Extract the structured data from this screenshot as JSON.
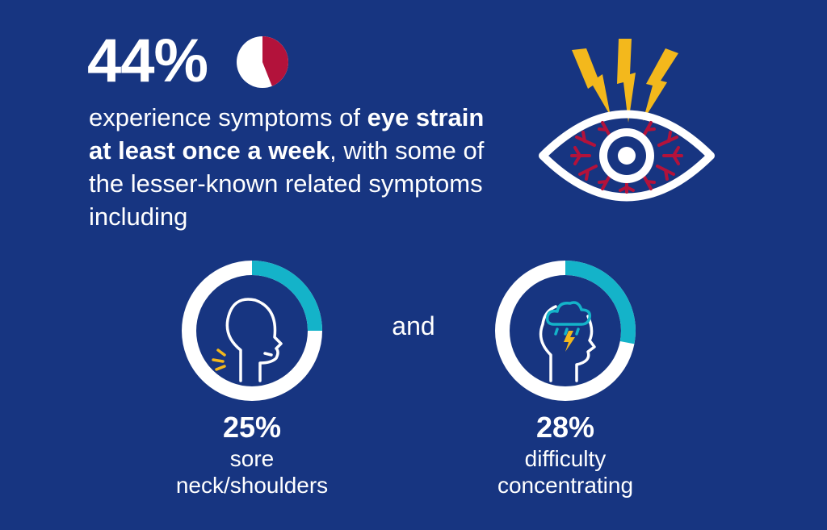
{
  "headline": {
    "percent": "44%",
    "percent_value": 44,
    "body_1": "experience symptoms of ",
    "body_bold": "eye strain at least once a week",
    "body_2": ", with some of the lesser-known related symptoms including"
  },
  "connector": "and",
  "stats": [
    {
      "percent": "25%",
      "value": 25,
      "label_1": "sore",
      "label_2": "neck/shoulders",
      "icon": "head-neck-pain-icon"
    },
    {
      "percent": "28%",
      "value": 28,
      "label_1": "difficulty",
      "label_2": "concentrating",
      "icon": "head-storm-cloud-icon"
    }
  ],
  "colors": {
    "background": "#173581",
    "accent_red": "#b3123b",
    "accent_teal": "#14b3c9",
    "accent_yellow": "#f3b81c",
    "white": "#ffffff"
  }
}
